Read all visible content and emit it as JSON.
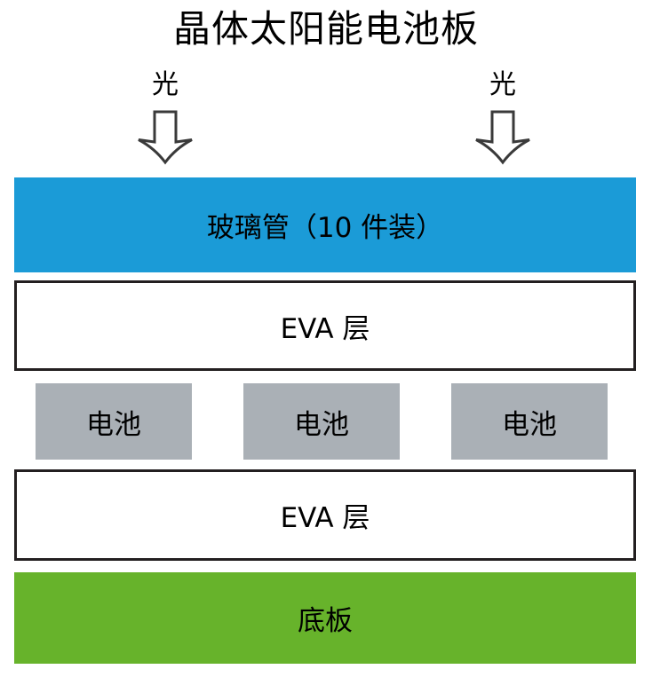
{
  "title": "晶体太阳能电池板",
  "light": {
    "left_label": "光",
    "right_label": "光"
  },
  "layers": {
    "glass_label": "玻璃管（10 件装）",
    "eva_top_label": "EVA 层",
    "eva_bottom_label": "EVA 层",
    "base_label": "底板",
    "cells": [
      {
        "label": "电池"
      },
      {
        "label": "电池"
      },
      {
        "label": "电池"
      }
    ]
  },
  "colors": {
    "glass_blue": "#1b9bd7",
    "cell_gray": "#aab0b6",
    "base_green": "#67b32b",
    "eva_border": "#231f20",
    "arrow_stroke": "#3a3a3a"
  }
}
